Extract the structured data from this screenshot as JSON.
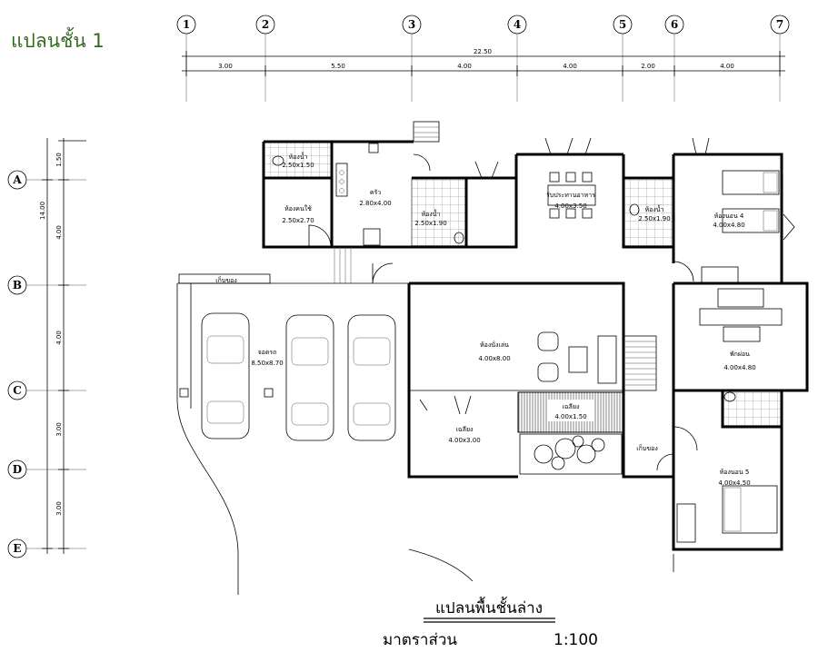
{
  "title": "แปลนชั้น 1",
  "columns": [
    "1",
    "2",
    "3",
    "4",
    "5",
    "6",
    "7"
  ],
  "rows": [
    "A",
    "B",
    "C",
    "D",
    "E"
  ],
  "dims": {
    "overall": "22.50",
    "spans": [
      "3.00",
      "5.50",
      "4.00",
      "4.00",
      "2.00",
      "4.00"
    ],
    "left_total": "14.00",
    "left_spans": [
      "1.50",
      "4.00",
      "4.00",
      "3.00",
      "3.00"
    ]
  },
  "rooms": [
    {
      "name": "ห้องน้ำ",
      "size": "2.50x1.50"
    },
    {
      "name": "ห้องคนใช้",
      "size": "2.50x2.70"
    },
    {
      "name": "ครัว",
      "size": "2.80x4.00"
    },
    {
      "name": "ห้องน้ำ",
      "size": "2.50x1.90"
    },
    {
      "name": "รับประทานอาหาร",
      "size": "4.00x3.50"
    },
    {
      "name": "ห้องน้ำ",
      "size": "2.50x1.90"
    },
    {
      "name": "ห้องนอน 4",
      "size": "4.00x4.80"
    },
    {
      "name": "เก็บของ",
      "size": ""
    },
    {
      "name": "จอดรถ",
      "size": "8.50x8.70"
    },
    {
      "name": "ห้องนั่งเล่น",
      "size": "4.00x8.00"
    },
    {
      "name": "พักผ่อน",
      "size": "4.00x4.80"
    },
    {
      "name": "เฉลียง",
      "size": "4.00x1.50"
    },
    {
      "name": "เฉลียง",
      "size": "4.00x3.00"
    },
    {
      "name": "เก็บของ",
      "size": ""
    },
    {
      "name": "ห้องนอน 5",
      "size": "4.00x4.50"
    }
  ],
  "caption": {
    "title": "แปลนพื้นชั้นล่าง",
    "scale_label": "มาตราส่วน",
    "scale_value": "1:100"
  }
}
